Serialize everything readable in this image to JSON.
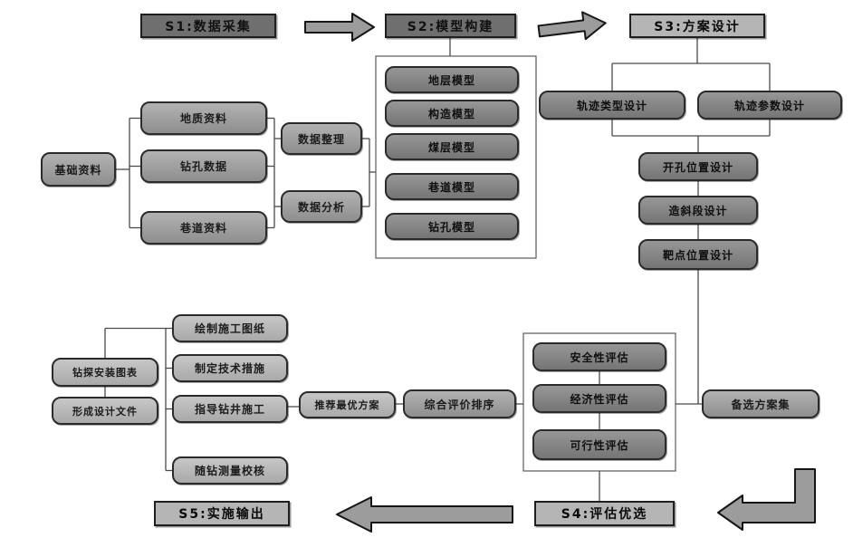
{
  "titles": {
    "s1": "S1:数据采集",
    "s2": "S2:模型构建",
    "s3": "S3:方案设计",
    "s4": "S4:评估优选",
    "s5": "S5:实施输出"
  },
  "left_tree": {
    "root": "基础资料",
    "level1": [
      "地质资料",
      "钻孔数据",
      "巷道资料"
    ],
    "level2": [
      "数据整理",
      "数据分析"
    ]
  },
  "model_column": [
    "地层模型",
    "构造模型",
    "煤层模型",
    "巷道模型",
    "钻孔模型"
  ],
  "design": {
    "top": [
      "轨迹类型设计",
      "轨迹参数设计"
    ],
    "column": [
      "开孔位置设计",
      "造斜段设计",
      "靶点位置设计"
    ]
  },
  "evaluation": {
    "input": "备选方案集",
    "column": [
      "安全性评估",
      "经济性评估",
      "可行性评估"
    ],
    "output": "综合评价排序",
    "recommend": "推荐最优方案"
  },
  "implementation": {
    "tasks": [
      "绘制施工图纸",
      "制定技术措施",
      "指导钻井施工",
      "随钻测量校核"
    ],
    "outputs": [
      "钻探安装图表",
      "形成设计文件"
    ]
  },
  "colors": {
    "box_border": "#2b2b2b",
    "box_fill": "#9e9e9e",
    "arrow_fill": "#9c9c9c",
    "line": "#4a4a4a"
  }
}
